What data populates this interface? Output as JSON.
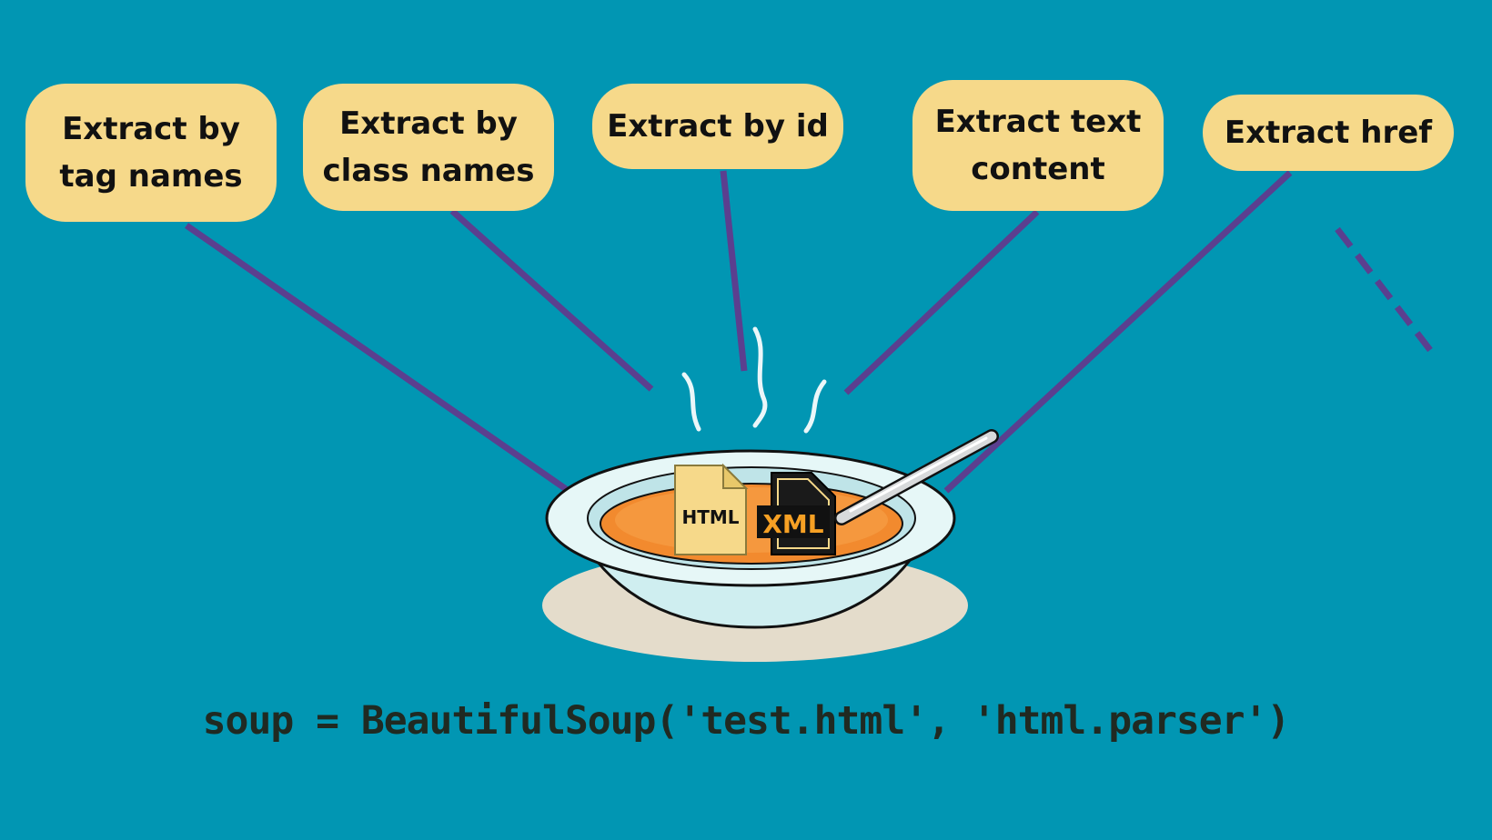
{
  "methods": [
    {
      "id": "tag",
      "label": "Extract by\ntag names"
    },
    {
      "id": "class",
      "label": "Extract by\nclass names"
    },
    {
      "id": "id",
      "label": "Extract by id"
    },
    {
      "id": "text",
      "label": "Extract text\ncontent"
    },
    {
      "id": "href",
      "label": "Extract href"
    }
  ],
  "documents": {
    "html_label": "HTML",
    "xml_label": "XML"
  },
  "code": "soup = BeautifulSoup('test.html', 'html.parser')",
  "colors": {
    "background": "#0196b3",
    "pill": "#f6d98a",
    "connector": "#5b3f8f",
    "soup": "#f28a2e",
    "bowl": "#e6f7f7"
  }
}
